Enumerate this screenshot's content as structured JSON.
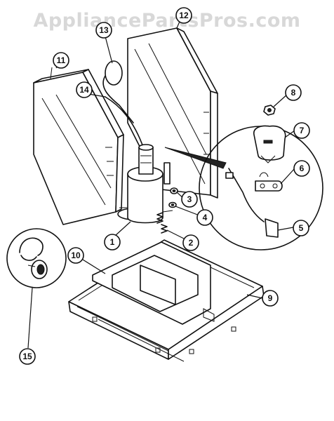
{
  "watermark": "AppliancePartsPros.com",
  "callouts": [
    {
      "label": "1"
    },
    {
      "label": "2"
    },
    {
      "label": "3"
    },
    {
      "label": "4"
    },
    {
      "label": "5"
    },
    {
      "label": "6"
    },
    {
      "label": "7"
    },
    {
      "label": "8"
    },
    {
      "label": "9"
    },
    {
      "label": "10"
    },
    {
      "label": "11"
    },
    {
      "label": "12"
    },
    {
      "label": "13"
    },
    {
      "label": "14"
    },
    {
      "label": "15"
    }
  ]
}
